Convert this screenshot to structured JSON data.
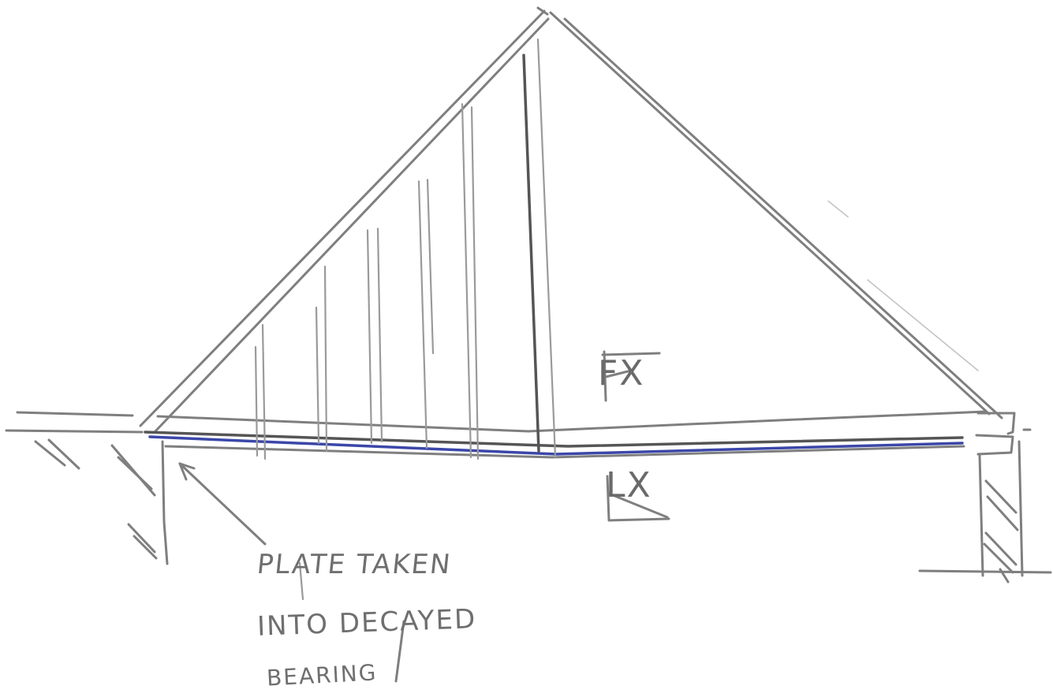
{
  "annotation": {
    "line1": "PLATE TAKEN",
    "line2": "INTO DECAYED",
    "line3": "BEARING"
  },
  "symbols": {
    "upper": "FX",
    "lower": "LX"
  },
  "colors": {
    "pencil": "#7f7f7f",
    "ink_blue": "#3b47a8",
    "paper": "#ffffff"
  }
}
